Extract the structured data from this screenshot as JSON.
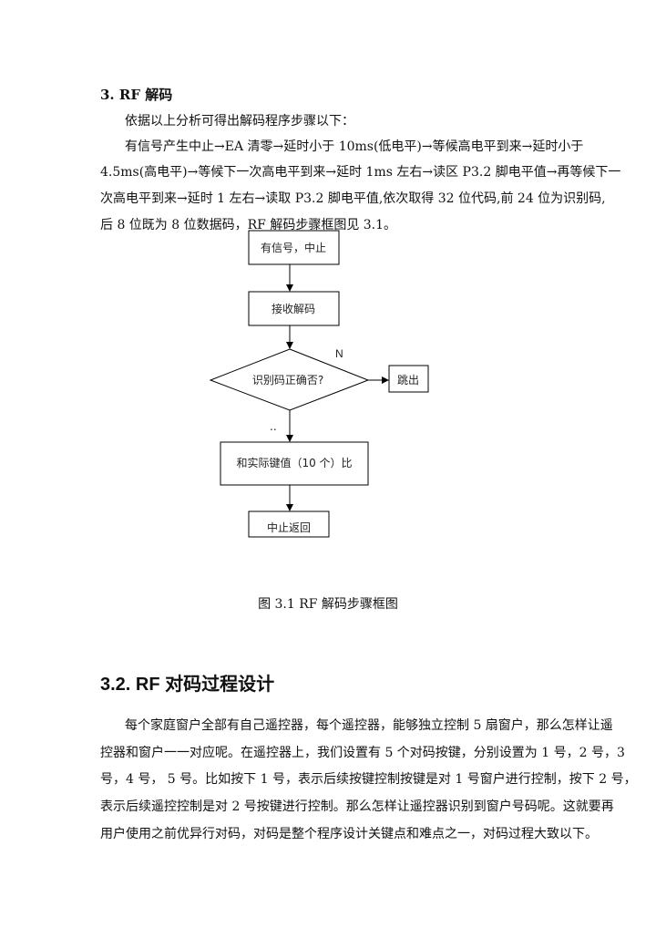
{
  "section3": {
    "heading": "3.  RF 解码",
    "lines": [
      "依据以上分析可得出解码程序步骤以下：",
      "有信号产生中止→EA 清零→延时小于 10ms(低电平)→等候高电平到来→延时小于",
      "4.5ms(高电平)→等候下一次高电平到来→延时 1ms 左右→读区 P3.2 脚电平值→再等候下一",
      "次高电平到来→延时 1 左右→读取 P3.2 脚电平值,依次取得 32 位代码,前 24 位为识别码,",
      "后 8 位既为 8 位数据码，RF 解码步骤框图见 3.1。"
    ]
  },
  "flowchart": {
    "box1": "有信号，中止",
    "box2": "接收解码",
    "decision": "识别码正确否?",
    "no_label": "N",
    "yes_label": "..",
    "exit": "跳出",
    "box4": "和实际键值（10 个）比",
    "box5": "中止返回"
  },
  "caption": "图 3.1 RF 解码步骤框图",
  "section32": {
    "heading": "3.2. RF 对码过程设计",
    "lines": [
      "每个家庭窗户全部有自己遥控器，每个遥控器，能够独立控制 5 扇窗户，那么怎样让遥",
      "控器和窗户一一对应呢。在遥控器上，我们设置有 5 个对码按键，分别设置为 1 号，2 号，3",
      "号，4 号，  5 号。比如按下 1 号，表示后续按键控制按键是对 1 号窗户进行控制，按下 2 号，",
      "表示后续遥控控制是对 2 号按键进行控制。那么怎样让遥控器识别到窗户号码呢。这就要再",
      "用户使用之前优异行对码，对码是整个程序设计关键点和难点之一，对码过程大致以下。"
    ]
  }
}
